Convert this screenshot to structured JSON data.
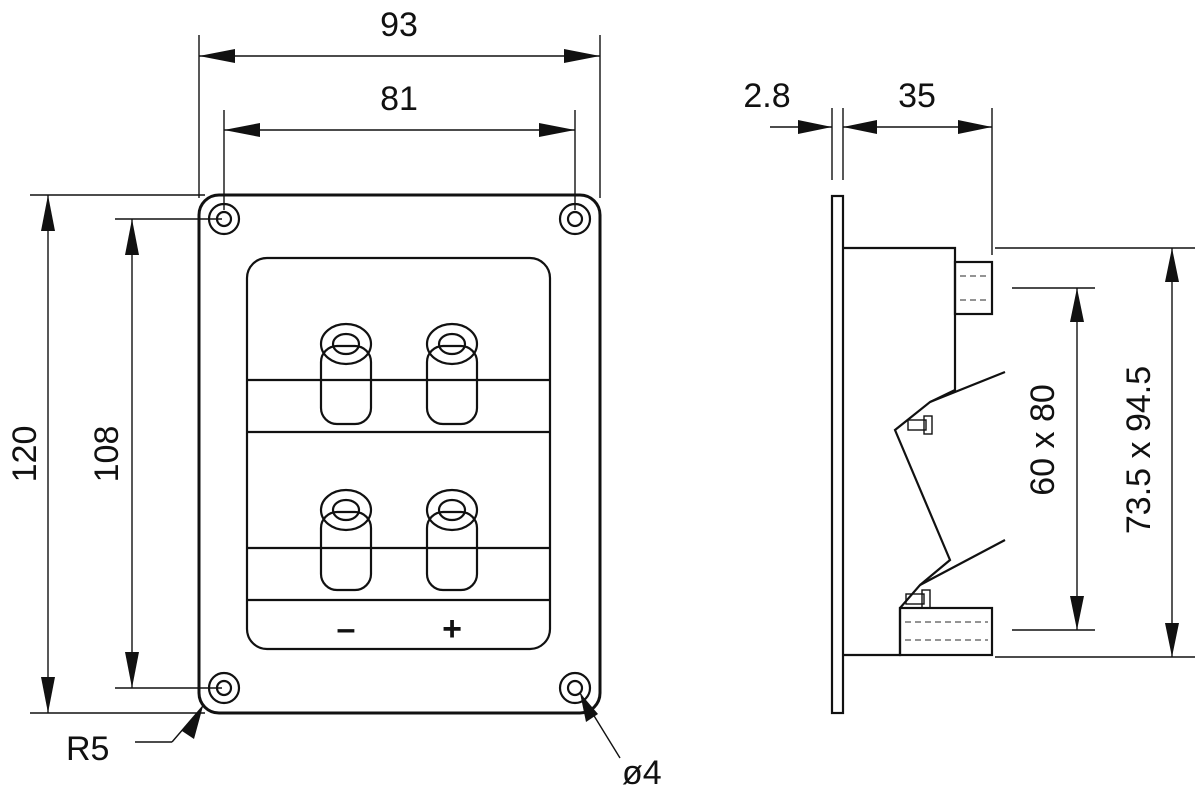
{
  "front_view": {
    "overall_width": "93",
    "hole_spacing_width": "81",
    "overall_height": "120",
    "hole_spacing_height": "108",
    "corner_radius": "R5",
    "hole_diameter": "ø4",
    "terminal_negative": "–",
    "terminal_positive": "+"
  },
  "side_view": {
    "plate_thickness": "2.8",
    "depth": "35",
    "cutout_size": "60 x 80",
    "body_size": "73.5 x 94.5"
  }
}
